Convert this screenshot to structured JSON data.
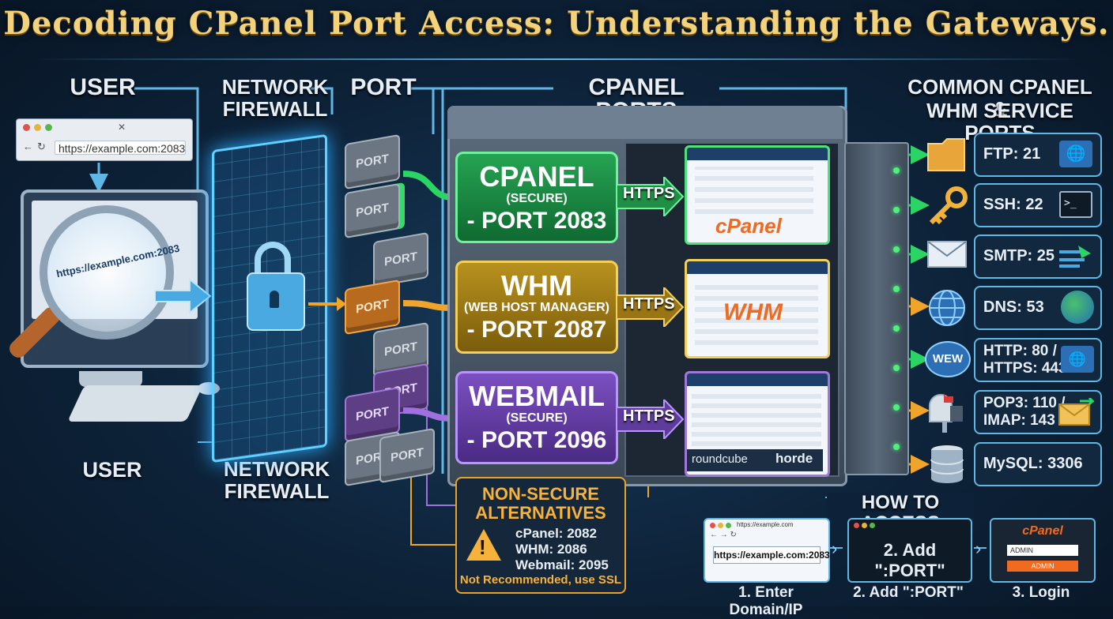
{
  "title": "Decoding CPanel Port Access: Understanding the Gateways.",
  "headers": {
    "user_top": "USER",
    "firewall_top_1": "NETWORK",
    "firewall_top_2": "FIREWALL",
    "port": "PORT",
    "cpanel_ports": "CPANEL PORTS",
    "common_1": "COMMON CPANEL &",
    "common_2": "WHM SERVICE PORTS",
    "user_bottom": "USER",
    "firewall_bottom_1": "NETWORK",
    "firewall_bottom_2": "FIREWALL"
  },
  "browser": {
    "url": "https://example.com:2083"
  },
  "magnifier_text": "https://example.com:2083",
  "port_label": "PORT",
  "panels": {
    "cpanel": {
      "name": "CPANEL",
      "sub": "(SECURE)",
      "port": "- PORT 2083"
    },
    "whm": {
      "name": "WHM",
      "sub": "(WEB HOST MANAGER)",
      "port": "- PORT 2087"
    },
    "webmail": {
      "name": "WEBMAIL",
      "sub": "(SECURE)",
      "port": "- PORT 2096"
    }
  },
  "https_label": "HTTPS",
  "screens": {
    "cpanel_logo": "cPanel",
    "whm_logo": "WHM",
    "roundcube": "roundcube",
    "horde": "horde"
  },
  "nonsecure": {
    "title_1": "NON-SECURE",
    "title_2": "ALTERNATIVES",
    "lines": [
      "cPanel: 2082",
      "WHM: 2086",
      "Webmail: 2095"
    ],
    "note": "Not Recommended, use SSL"
  },
  "services": [
    {
      "label": "FTP: 21",
      "icon": "folder-icon",
      "side_icon": "globe-window-icon"
    },
    {
      "label": "SSH: 22",
      "icon": "key-icon",
      "side_icon": "terminal-icon"
    },
    {
      "label": "SMTP: 25",
      "icon": "envelope-icon",
      "side_icon": "send-arrows-icon"
    },
    {
      "label": "DNS: 53",
      "icon": "globe-icon",
      "side_icon": "earth-icon"
    },
    {
      "label": "HTTP: 80 /",
      "label2": "HTTPS: 443",
      "icon": "www-icon",
      "side_icon": "globe-window-icon"
    },
    {
      "label": "POP3: 110 /",
      "label2": "IMAP: 143",
      "icon": "mailbox-icon",
      "side_icon": "mail-arrow-icon"
    },
    {
      "label": "MySQL: 3306",
      "icon": "database-icon"
    }
  ],
  "how": {
    "title": "HOW TO ACCESS",
    "step1_url": "https://example.com:2083",
    "step1_tab": "https://example.com",
    "step2_box": "2. Add \":PORT\"",
    "step3_logo": "cPanel",
    "step3_user": "ADMIN",
    "step3_btn": "ADMIN",
    "captions": [
      "1. Enter Domain/IP",
      "2. Add \":PORT\"",
      "3. Login"
    ]
  },
  "colors": {
    "green": "#2bd565",
    "orange": "#f0a52a",
    "purple": "#a070e0",
    "cyan": "#5fb7e6",
    "gold": "#f2d27a"
  }
}
